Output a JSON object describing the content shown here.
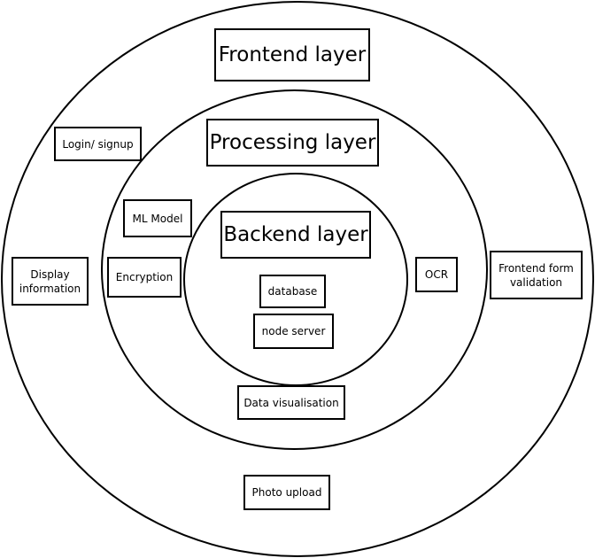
{
  "layers": {
    "frontend": "Frontend layer",
    "processing": "Processing layer",
    "backend": "Backend layer"
  },
  "frontend_items": {
    "login": "Login/ signup",
    "display_line1": "Display",
    "display_line2": "information",
    "form_validation_line1": "Frontend form",
    "form_validation_line2": "validation",
    "photo_upload": "Photo upload"
  },
  "processing_items": {
    "ml_model": "ML Model",
    "encryption": "Encryption",
    "ocr": "OCR",
    "data_visualisation": "Data visualisation"
  },
  "backend_items": {
    "database": "database",
    "node_server": "node server"
  }
}
